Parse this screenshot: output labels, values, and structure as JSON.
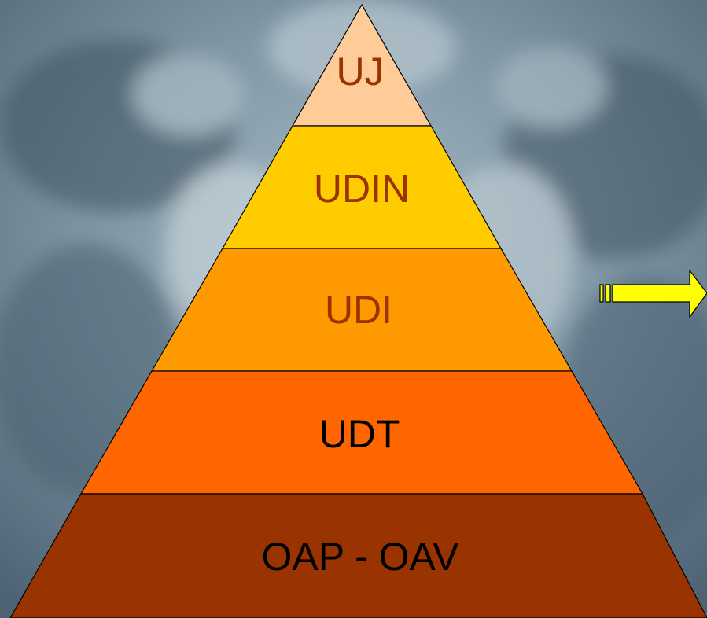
{
  "pyramid": {
    "levels": [
      {
        "label": "UJ",
        "fill": "#FFCC99",
        "text_color": "#993300"
      },
      {
        "label": "UDIN",
        "fill": "#FFCC00",
        "text_color": "#993300"
      },
      {
        "label": "UDI",
        "fill": "#FF9900",
        "text_color": "#993300"
      },
      {
        "label": "UDT",
        "fill": "#FF6600",
        "text_color": "#000000"
      },
      {
        "label": "OAP - OAV",
        "fill": "#993300",
        "text_color": "#000000"
      }
    ]
  },
  "arrow": {
    "color": "#FFFF00",
    "icon": "striped-right-arrow-icon"
  },
  "colors": {
    "background": "#6f8696",
    "outline": "#000000"
  }
}
